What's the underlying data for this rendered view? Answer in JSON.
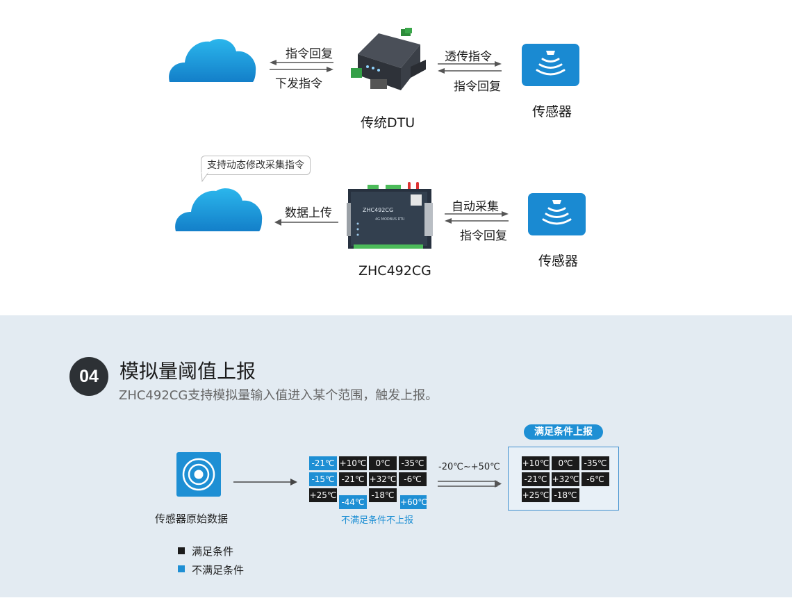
{
  "top_diagram": {
    "row1": {
      "arrow_left_top": "指令回复",
      "arrow_left_bottom": "下发指令",
      "device_label": "传统DTU",
      "arrow_right_top": "透传指令",
      "arrow_right_bottom": "指令回复",
      "sensor_label": "传感器"
    },
    "row2": {
      "bubble_text": "支持动态修改采集指令",
      "arrow_left_label": "数据上传",
      "device_label": "ZHC492CG",
      "arrow_right_top": "自动采集",
      "arrow_right_bottom": "指令回复",
      "sensor_label": "传感器",
      "device_print": {
        "brand": "ZHC492CG",
        "subtitle": "4G  MODBUS  RTU"
      }
    }
  },
  "section": {
    "number": "04",
    "title": "模拟量阈值上报",
    "subtitle": "ZHC492CG支持模拟量输入值进入某个范围，触发上报。"
  },
  "threshold": {
    "source_label": "传感器原始数据",
    "range_label": "-20℃~+50℃",
    "not_met_label": "不满足条件不上报",
    "met_pill": "满足条件上报",
    "raw_values": [
      {
        "v": "-21℃",
        "met": false
      },
      {
        "v": "+10℃",
        "met": true
      },
      {
        "v": "0℃",
        "met": true
      },
      {
        "v": "-35℃",
        "met": true
      },
      {
        "v": "-15℃",
        "met": false
      },
      {
        "v": "-21℃",
        "met": true
      },
      {
        "v": "+32℃",
        "met": true
      },
      {
        "v": "-6℃",
        "met": true
      },
      {
        "v": "+25℃",
        "met": true
      },
      {
        "v": "-44℃",
        "met": false
      },
      {
        "v": "-18℃",
        "met": true
      },
      {
        "v": "+60℃",
        "met": false
      }
    ],
    "reported_values": [
      "+10℃",
      "0℃",
      "-35℃",
      "-21℃",
      "+32℃",
      "-6℃",
      "+25℃",
      "-18℃"
    ]
  },
  "legend": {
    "met": "满足条件",
    "not_met": "不满足条件"
  },
  "colors": {
    "accent_blue": "#1e8fd4",
    "dark_chip": "#1b1b1b",
    "section_bg": "#e3ebf2",
    "cloud_blue": "#1ea3e0"
  }
}
